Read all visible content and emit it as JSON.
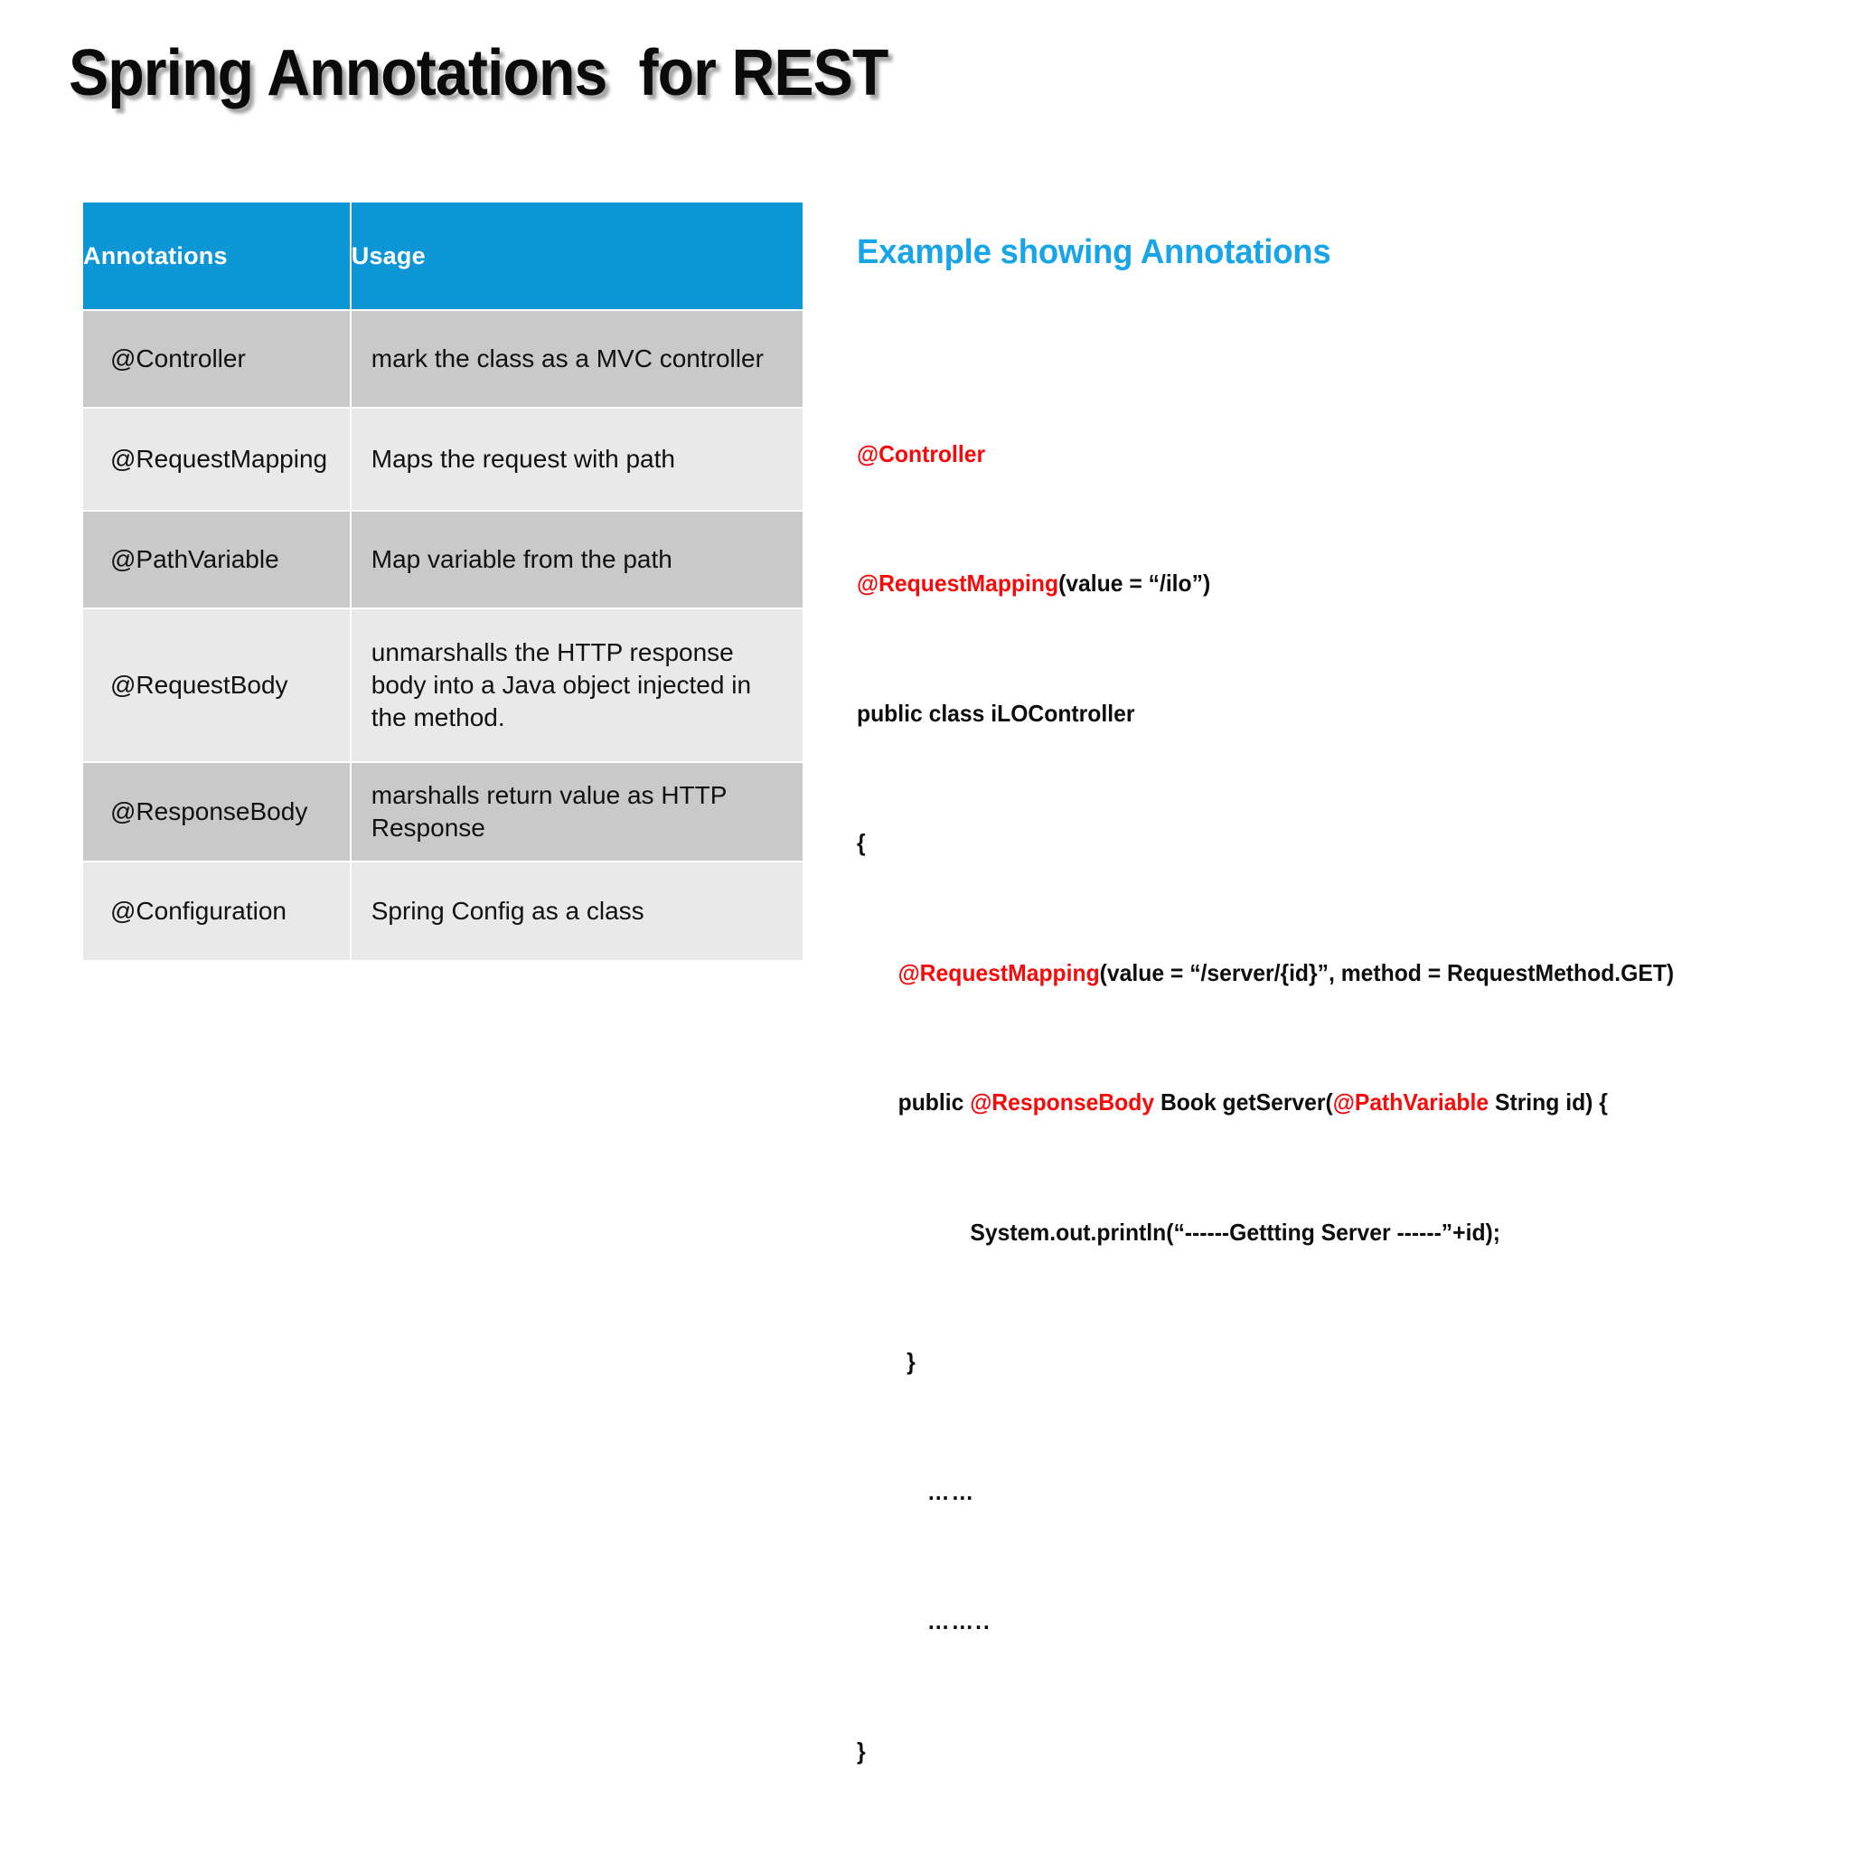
{
  "slide": {
    "title": "Spring Annotations  for REST"
  },
  "table": {
    "headers": {
      "annotations": "Annotations",
      "usage": "Usage"
    },
    "rows": [
      {
        "annotation": "@Controller",
        "usage": "mark the  class as a MVC controller"
      },
      {
        "annotation": "@RequestMapping",
        "usage": "Maps the request with path"
      },
      {
        "annotation": "@PathVariable",
        "usage": "Map  variable from the path"
      },
      {
        "annotation": "@RequestBody",
        "usage": "unmarshalls the HTTP response body into a Java object injected in the method."
      },
      {
        "annotation": "@ResponseBody",
        "usage": "marshalls return value as HTTP Response"
      },
      {
        "annotation": "@Configuration",
        "usage": "Spring Config as a class"
      }
    ]
  },
  "example": {
    "heading": "Example showing Annotations",
    "code": {
      "line1_ann": "@Controller",
      "line2_ann": "@RequestMapping",
      "line2_rest": "(value = “/ilo”)",
      "line3": "public class iLOController",
      "line4": "{",
      "line5_ann": "@RequestMapping",
      "line5_rest": "(value = “/server/{id}”, method = RequestMethod.GET)",
      "line6_a": "public ",
      "line6_ann1": "@ResponseBody",
      "line6_b": " Book getServer(",
      "line6_ann2": "@PathVariable",
      "line6_c": " String id) {",
      "line7": "System.out.println(“------Gettting Server ------”+id);",
      "line8": "}",
      "line9": "……",
      "line10": "……..",
      "line11": "}"
    }
  },
  "colors": {
    "header_blue": "#0D96D6",
    "heading_cyan": "#18A5E8",
    "annotation_red": "#F60A0A",
    "row_dark": "#C9C9C9",
    "row_light": "#E9E9E9"
  }
}
